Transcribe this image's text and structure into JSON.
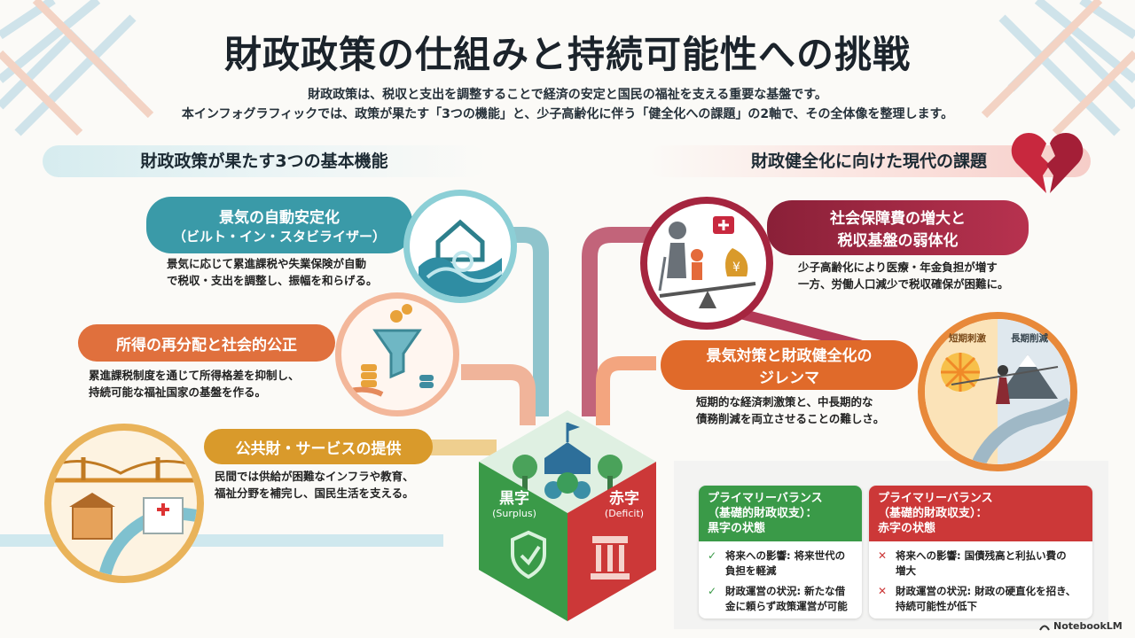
{
  "title": "財政政策の仕組みと持続可能性への挑戦",
  "intro": [
    "財政政策は、税収と支出を調整することで経済の安定と国民の福祉を支える重要な基盤です。",
    "本インフォグラフィックでは、政策が果たす「3つの機能」と、少子高齢化に伴う「健全化への課題」の2軸で、その全体像を整理します。"
  ],
  "left_section": {
    "heading": "財政政策が果たす3つの基本機能",
    "items": [
      {
        "title_line1": "景気の自動安定化",
        "title_line2": "（ビルト・イン・スタビライザー）",
        "desc_line1": "景気に応じて累進課税や失業保険が自動",
        "desc_line2": "で税収・支出を調整し、振幅を和らげる。"
      },
      {
        "title_line1": "所得の再分配と社会的公正",
        "desc_line1": "累進課税制度を通じて所得格差を抑制し、",
        "desc_line2": "持続可能な福祉国家の基盤を作る。"
      },
      {
        "title_line1": "公共財・サービスの提供",
        "desc_line1": "民間では供給が困難なインフラや教育、",
        "desc_line2": "福祉分野を補完し、国民生活を支える。"
      }
    ]
  },
  "right_section": {
    "heading": "財政健全化に向けた現代の課題",
    "items": [
      {
        "title_line1": "社会保障費の増大と",
        "title_line2": "税収基盤の弱体化",
        "desc_line1": "少子高齢化により医療・年金負担が増す",
        "desc_line2": "一方、労働人口減少で税収確保が困難に。"
      },
      {
        "title_line1": "景気対策と財政健全化の",
        "title_line2": "ジレンマ",
        "desc_line1": "短期的な経済刺激策と、中長期的な",
        "desc_line2": "債務削減を両立させることの難しさ。"
      }
    ],
    "dilemma_labels": {
      "short": "短期刺激",
      "long": "長期削減"
    }
  },
  "center": {
    "surplus": {
      "label": "黒字",
      "sub": "(Surplus)"
    },
    "deficit": {
      "label": "赤字",
      "sub": "(Deficit)"
    }
  },
  "pb_cards": [
    {
      "head_line1": "プライマリーバランス",
      "head_line2": "（基礎的財政収支）：",
      "head_line3": "黒字の状態",
      "items": [
        {
          "mark": "✓",
          "line1": "将来への影響: 将来世代の",
          "line2": "負担を軽減"
        },
        {
          "mark": "✓",
          "line1": "財政運営の状況: 新たな借",
          "line2": "金に頼らず政策運営が可能"
        }
      ]
    },
    {
      "head_line1": "プライマリーバランス",
      "head_line2": "（基礎的財政収支）：",
      "head_line3": "赤字の状態",
      "items": [
        {
          "mark": "✕",
          "line1": "将来への影響: 国債残高と利払い費の",
          "line2": "増大"
        },
        {
          "mark": "✕",
          "line1": "財政運営の状況: 財政の硬直化を招き、",
          "line2": "持続可能性が低下"
        }
      ]
    }
  ],
  "brand": "NotebookLM",
  "colors": {
    "teal": "#3a9aa8",
    "orange": "#e0703d",
    "gold": "#d99a2b",
    "maroon": "#9b2742",
    "dark_orange": "#e06a2a",
    "green": "#3a9a48",
    "red": "#cc3838"
  }
}
